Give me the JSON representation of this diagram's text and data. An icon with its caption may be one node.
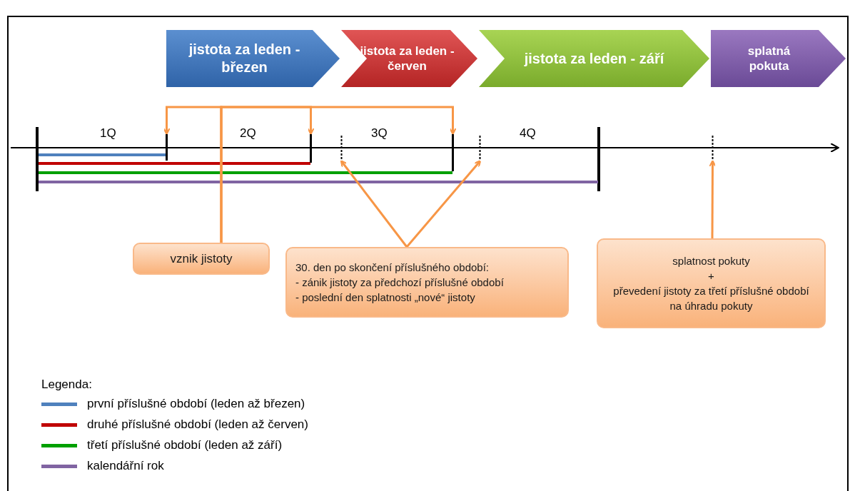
{
  "diagram": {
    "nodes": [
      {
        "text": [
          "jistota za leden - březen"
        ]
      },
      {
        "text": [
          "jistota za leden - červen"
        ]
      },
      {
        "text": [
          "jistota za leden - září"
        ]
      },
      {
        "text": [
          "splatná pokuta"
        ]
      },
      {
        "text": [
          "vznik jistoty"
        ]
      },
      {
        "text": [
          "30. den po skončení příslušného období:",
          "- zánik jistoty za předchozí příslušné období",
          "- poslední den splatnosti „nové“ jistoty"
        ]
      },
      {
        "text": [
          "splatnost pokuty",
          "+",
          "převedení jistoty za třetí příslušné období na úhradu pokuty"
        ]
      },
      {
        "text": [],
        "shape": "bar"
      },
      {
        "text": [],
        "shape": "bar"
      },
      {
        "text": [],
        "shape": "bar"
      },
      {
        "text": [],
        "shape": "bar"
      },
      {
        "text": [],
        "shape": "bar"
      },
      {
        "text": [],
        "shape": "bar"
      }
    ],
    "edges": [
      {
        "from": 4,
        "to": 7,
        "arrow": "to"
      },
      {
        "from": 4,
        "to": 8,
        "arrow": "to"
      },
      {
        "from": 4,
        "to": 10,
        "arrow": "to"
      },
      {
        "from": 5,
        "to": 9,
        "arrow": "to"
      },
      {
        "from": 5,
        "to": 11,
        "arrow": "to"
      },
      {
        "from": 6,
        "to": 12,
        "arrow": "to"
      }
    ],
    "labels": [
      "1Q",
      "2Q",
      "3Q",
      "4Q",
      "Legenda:"
    ],
    "legend": [
      {
        "text": "první příslušné období (leden až březen)",
        "color": "#4f81bd"
      },
      {
        "text": "druhé příslušné období (leden až červen)",
        "color": "#c00000"
      },
      {
        "text": "třetí příslušné období (leden až září)",
        "color": "#00a000"
      },
      {
        "text": "kalendářní rok",
        "color": "#8064a2"
      }
    ]
  }
}
